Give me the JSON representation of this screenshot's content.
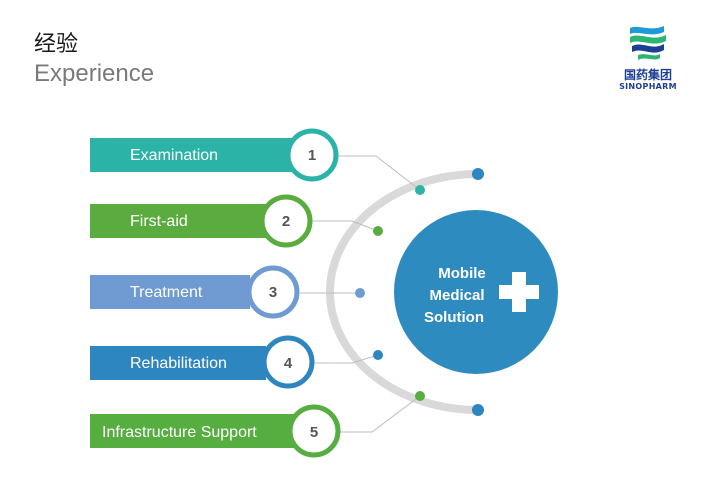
{
  "header": {
    "title_cn": "经验",
    "title_en": "Experience"
  },
  "logo": {
    "name_cn": "国药集团",
    "name_en": "SINOPHARM",
    "icon": "sinopharm-wave-logo"
  },
  "center": {
    "line1": "Mobile",
    "line2": "Medical",
    "line3": "Solution",
    "icon": "medical-cross-icon",
    "color": "#2e8bc0"
  },
  "items": [
    {
      "number": "1",
      "label": "Examination",
      "color": "#2bb3a7"
    },
    {
      "number": "2",
      "label": "First-aid",
      "color": "#5aac3f"
    },
    {
      "number": "3",
      "label": "Treatment",
      "color": "#6f9ad2"
    },
    {
      "number": "4",
      "label": "Rehabilitation",
      "color": "#2e86c1"
    },
    {
      "number": "5",
      "label": "Infrastructure Support",
      "color": "#56ad40"
    }
  ]
}
